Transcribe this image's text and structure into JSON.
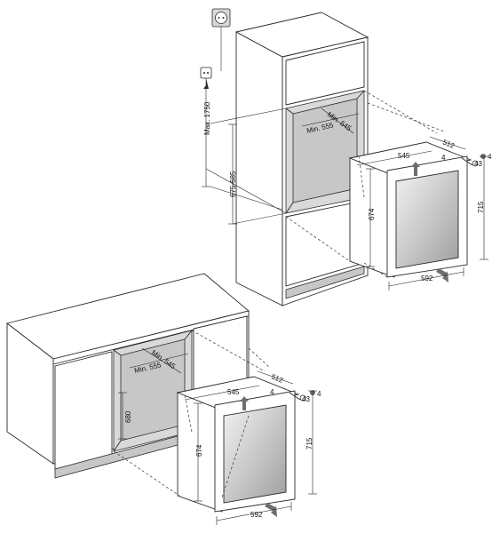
{
  "upper_install": {
    "labels": {
      "max_height": "Max. 1750",
      "niche_height": "675-685",
      "niche_width": "Min. 555",
      "niche_depth": "Min. 545",
      "unit_width_top": "545",
      "unit_depth": "512",
      "unit_gap": "4",
      "door_offset": "43",
      "unit_height_inner": "674",
      "unit_height": "715",
      "unit_width": "592"
    }
  },
  "lower_install": {
    "labels": {
      "niche_height": "680",
      "niche_width": "Min. 555",
      "niche_depth": "Min. 545",
      "unit_width_top": "545",
      "unit_depth": "512",
      "unit_gap": "4",
      "door_offset": "43",
      "unit_height_inner": "674",
      "unit_height": "715",
      "unit_width": "592"
    }
  },
  "icons": [
    "wall-socket-icon",
    "power-plug-icon",
    "airflow-arrow-icon"
  ]
}
